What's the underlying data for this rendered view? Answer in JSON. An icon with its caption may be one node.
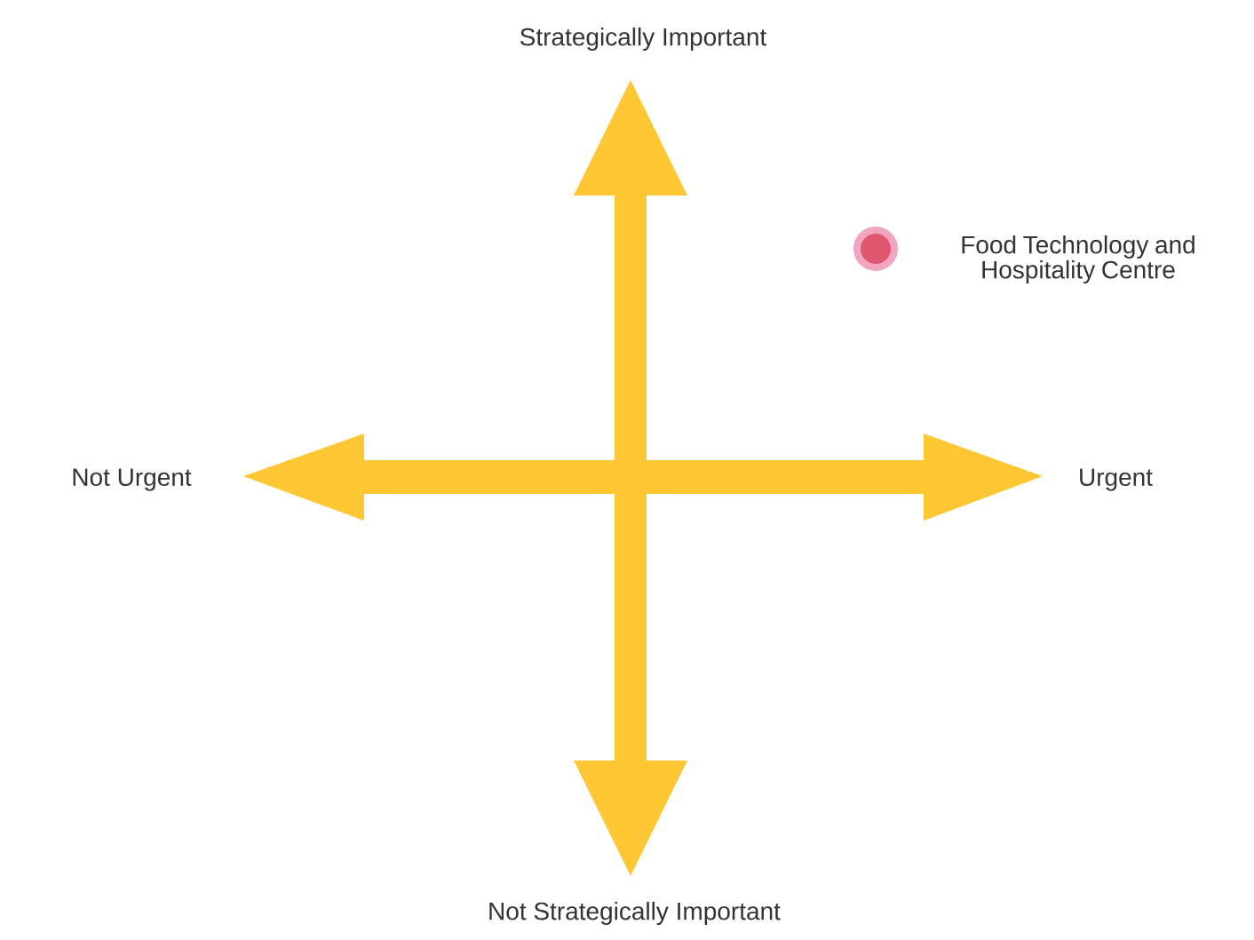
{
  "diagram": {
    "nodes": [
      {
        "text": [],
        "shape": "circle",
        "beside": [
          "Food Technology and Hospitality Centre"
        ]
      }
    ],
    "labels": [
      "Strategically Important",
      "Not Urgent",
      "Urgent",
      "Not Strategically Important"
    ]
  }
}
